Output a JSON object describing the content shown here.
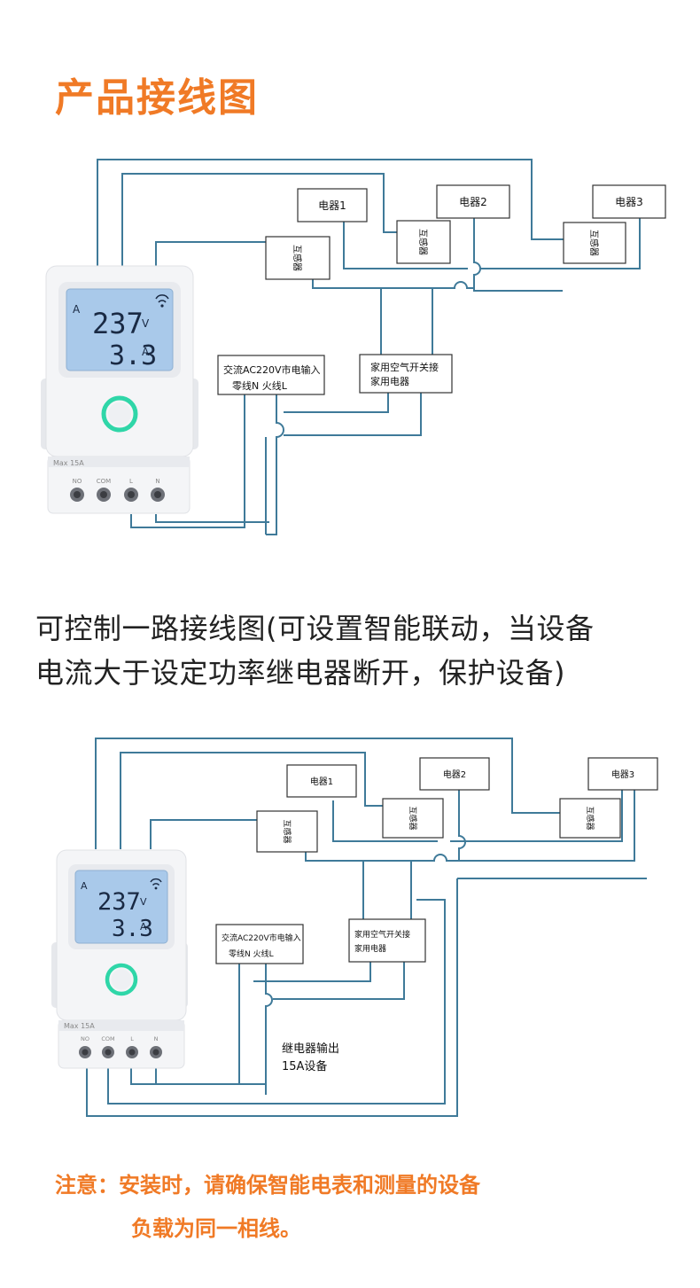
{
  "title": "产品接线图",
  "caption_line1": "可控制一路接线图(可设置智能联动，当设备",
  "caption_line2": "电流大于设定功率继电器断开，保护设备)",
  "note_line1": "注意：安装时，请确保智能电表和测量的设备",
  "note_line2": "负载为同一相线。",
  "diagram1": {
    "appliance1": "电器1",
    "appliance2": "电器2",
    "appliance3": "电器3",
    "transformer": "互感器",
    "input_line1": "交流AC220V市电输入",
    "input_line2": "零线N   火线L",
    "breaker_line1": "家用空气开关接",
    "breaker_line2": "家用电器"
  },
  "diagram2": {
    "appliance1": "电器1",
    "appliance2": "电器2",
    "appliance3": "电器3",
    "transformer": "互感器",
    "input_line1": "交流AC220V市电输入",
    "input_line2": "零线N   火线L",
    "breaker_line1": "家用空气开关接",
    "breaker_line2": "家用电器",
    "relay_line1": "继电器输出",
    "relay_line2": "15A设备"
  },
  "device": {
    "voltage": "237",
    "voltage_unit": "V",
    "current": "3.3",
    "current_unit": "A",
    "mode_label": "A",
    "max_label": "Max 15A",
    "terminal_no": "NO",
    "terminal_com": "COM",
    "terminal_l": "L",
    "terminal_n": "N"
  },
  "colors": {
    "accent": "#f07a26",
    "wire": "#3f7a99",
    "lcd": "#a9c9ea",
    "ring": "#2fd6a8"
  }
}
